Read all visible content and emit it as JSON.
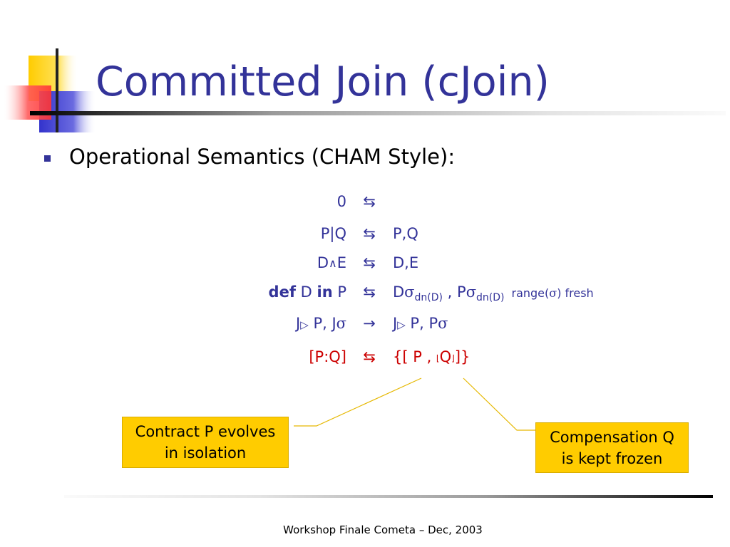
{
  "slide": {
    "title": "Committed Join (cJoin)",
    "bullet": "Operational Semantics (CHAM Style):",
    "rules": [
      {
        "lhs": "0",
        "op": "⇆",
        "rhs": ""
      },
      {
        "lhs": "P|Q",
        "op": "⇆",
        "rhs": "P,Q"
      },
      {
        "lhs_a": "D",
        "lhs_sym": "∧",
        "lhs_b": "E",
        "op": "⇆",
        "rhs": "D,E"
      },
      {
        "kw_def": "def",
        "lhs_d": " D ",
        "kw_in": "in",
        "lhs_p": " P",
        "op": "⇆",
        "rhs_a": "D",
        "sigma": "σ",
        "sub": "dn(D)",
        "rhs_mid": " , P",
        "rhs_sigma": "σ",
        "rhs_sub": "dn(D)",
        "note_a": "range(",
        "note_sigma": "σ",
        "note_b": ") fresh"
      },
      {
        "lhs_a": "J",
        "lhs_tri": "▷",
        "lhs_b": " P, J",
        "lhs_sigma": "σ",
        "op": "→",
        "rhs_a": "J",
        "rhs_tri": "▷",
        "rhs_b": " P, P",
        "rhs_sigma": "σ"
      },
      {
        "lhs": "[P:Q]",
        "op": "⇆",
        "rhs_a": "{[ P , ",
        "rhs_l": "⌊",
        "rhs_q": "Q",
        "rhs_r": "⌋",
        "rhs_b": "]}"
      }
    ],
    "callouts": {
      "left": {
        "line1": "Contract P evolves",
        "line2": "in isolation"
      },
      "right": {
        "line1": "Compensation Q",
        "line2": "is kept frozen"
      }
    },
    "footer": "Workshop Finale Cometa – Dec, 2003"
  },
  "colors": {
    "title": "#333399",
    "highlight_rule": "#cc0000",
    "callout": "#ffcc00",
    "connector": "#e6b800"
  }
}
